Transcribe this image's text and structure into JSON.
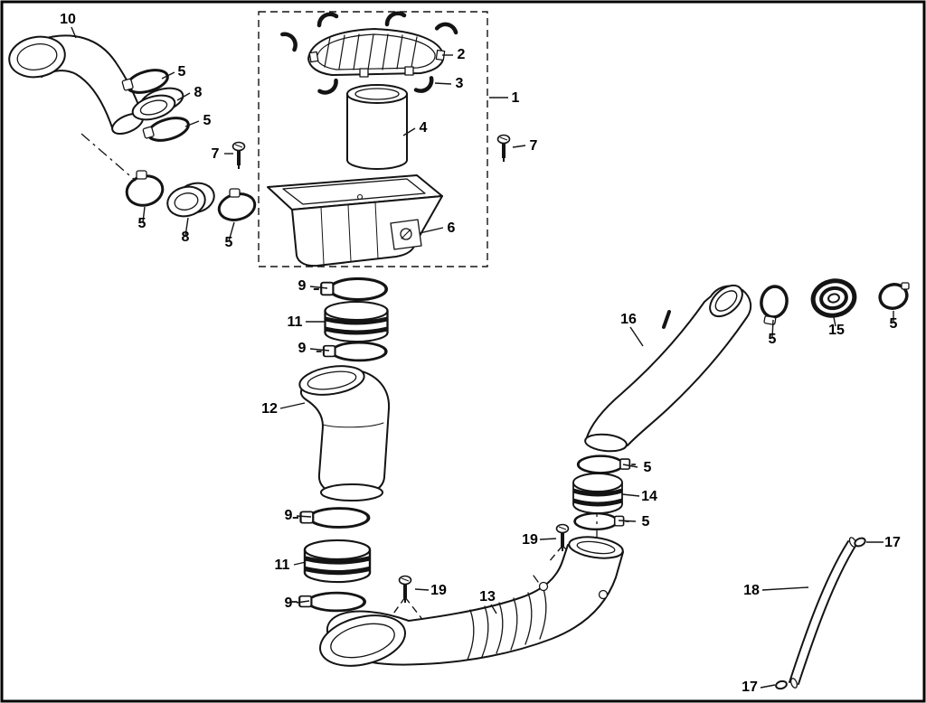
{
  "colors": {
    "background": "#ffffff",
    "line": "#141414",
    "border": "#000000"
  },
  "labels": [
    {
      "text": "10"
    },
    {
      "text": "5"
    },
    {
      "text": "8"
    },
    {
      "text": "5"
    },
    {
      "text": "2"
    },
    {
      "text": "3"
    },
    {
      "text": "1"
    },
    {
      "text": "4"
    },
    {
      "text": "7"
    },
    {
      "text": "7"
    },
    {
      "text": "5"
    },
    {
      "text": "8"
    },
    {
      "text": "5"
    },
    {
      "text": "6"
    },
    {
      "text": "9"
    },
    {
      "text": "11"
    },
    {
      "text": "9"
    },
    {
      "text": "16"
    },
    {
      "text": "5"
    },
    {
      "text": "15"
    },
    {
      "text": "5"
    },
    {
      "text": "12"
    },
    {
      "text": "5"
    },
    {
      "text": "14"
    },
    {
      "text": "5"
    },
    {
      "text": "9"
    },
    {
      "text": "19"
    },
    {
      "text": "17"
    },
    {
      "text": "11"
    },
    {
      "text": "13"
    },
    {
      "text": "18"
    },
    {
      "text": "19"
    },
    {
      "text": "9"
    },
    {
      "text": "17"
    }
  ]
}
